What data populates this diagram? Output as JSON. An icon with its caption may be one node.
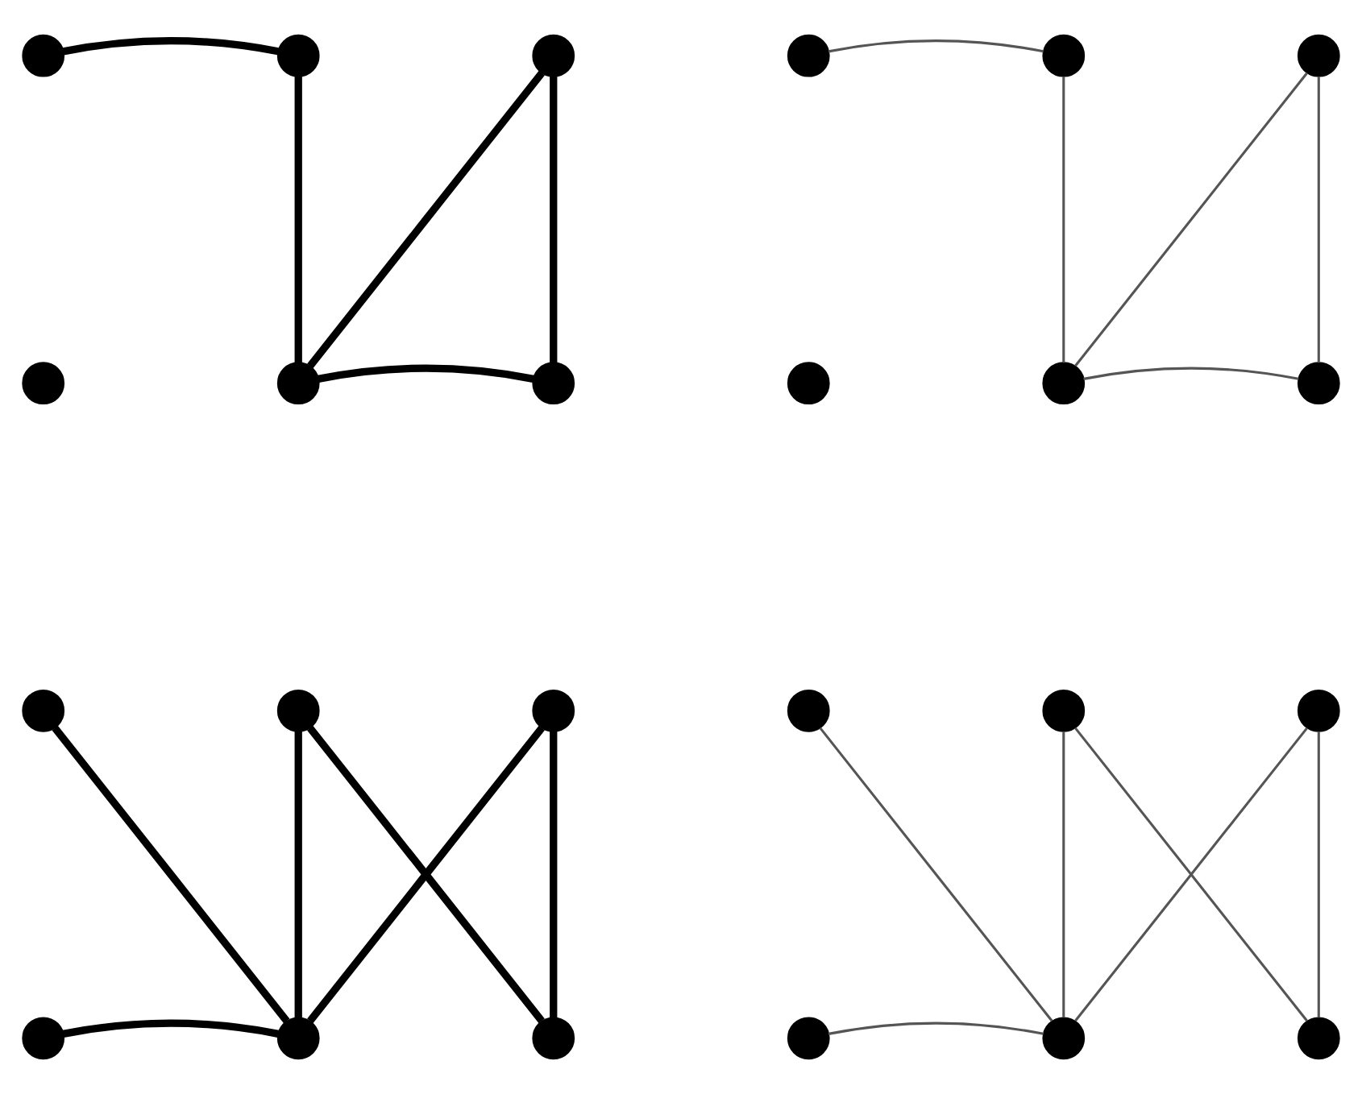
{
  "diagram": {
    "nodes": [
      {
        "text": [],
        "shape": "circle"
      },
      {
        "text": [],
        "shape": "circle"
      },
      {
        "text": [],
        "shape": "circle"
      },
      {
        "text": [],
        "shape": "circle"
      },
      {
        "text": [],
        "shape": "circle"
      },
      {
        "text": [],
        "shape": "circle"
      },
      {
        "text": [],
        "shape": "circle"
      },
      {
        "text": [],
        "shape": "circle"
      },
      {
        "text": [],
        "shape": "circle"
      },
      {
        "text": [],
        "shape": "circle"
      },
      {
        "text": [],
        "shape": "circle"
      },
      {
        "text": [],
        "shape": "circle"
      },
      {
        "text": [],
        "shape": "circle"
      },
      {
        "text": [],
        "shape": "circle"
      },
      {
        "text": [],
        "shape": "circle"
      },
      {
        "text": [],
        "shape": "circle"
      },
      {
        "text": [],
        "shape": "circle"
      },
      {
        "text": [],
        "shape": "circle"
      },
      {
        "text": [],
        "shape": "circle"
      },
      {
        "text": [],
        "shape": "circle"
      },
      {
        "text": [],
        "shape": "circle"
      },
      {
        "text": [],
        "shape": "circle"
      },
      {
        "text": [],
        "shape": "circle"
      },
      {
        "text": [],
        "shape": "circle"
      }
    ],
    "edges": [
      {
        "from": 0,
        "to": 1,
        "arrow": "none",
        "style": "thick"
      },
      {
        "from": 1,
        "to": 4,
        "arrow": "none",
        "style": "thick"
      },
      {
        "from": 4,
        "to": 2,
        "arrow": "none",
        "style": "thick"
      },
      {
        "from": 2,
        "to": 5,
        "arrow": "none",
        "style": "thick"
      },
      {
        "from": 4,
        "to": 5,
        "arrow": "none",
        "style": "thick"
      },
      {
        "from": 6,
        "to": 7,
        "arrow": "none"
      },
      {
        "from": 7,
        "to": 10,
        "arrow": "none"
      },
      {
        "from": 10,
        "to": 8,
        "arrow": "none"
      },
      {
        "from": 8,
        "to": 11,
        "arrow": "none"
      },
      {
        "from": 10,
        "to": 11,
        "arrow": "none"
      },
      {
        "from": 12,
        "to": 16,
        "arrow": "none",
        "style": "thick"
      },
      {
        "from": 15,
        "to": 16,
        "arrow": "none",
        "style": "thick"
      },
      {
        "from": 13,
        "to": 16,
        "arrow": "none",
        "style": "thick"
      },
      {
        "from": 13,
        "to": 17,
        "arrow": "none",
        "style": "thick"
      },
      {
        "from": 14,
        "to": 16,
        "arrow": "none",
        "style": "thick"
      },
      {
        "from": 14,
        "to": 17,
        "arrow": "none",
        "style": "thick"
      },
      {
        "from": 18,
        "to": 22,
        "arrow": "none"
      },
      {
        "from": 21,
        "to": 22,
        "arrow": "none"
      },
      {
        "from": 19,
        "to": 22,
        "arrow": "none"
      },
      {
        "from": 19,
        "to": 23,
        "arrow": "none"
      },
      {
        "from": 20,
        "to": 22,
        "arrow": "none"
      },
      {
        "from": 20,
        "to": 23,
        "arrow": "none"
      }
    ]
  }
}
